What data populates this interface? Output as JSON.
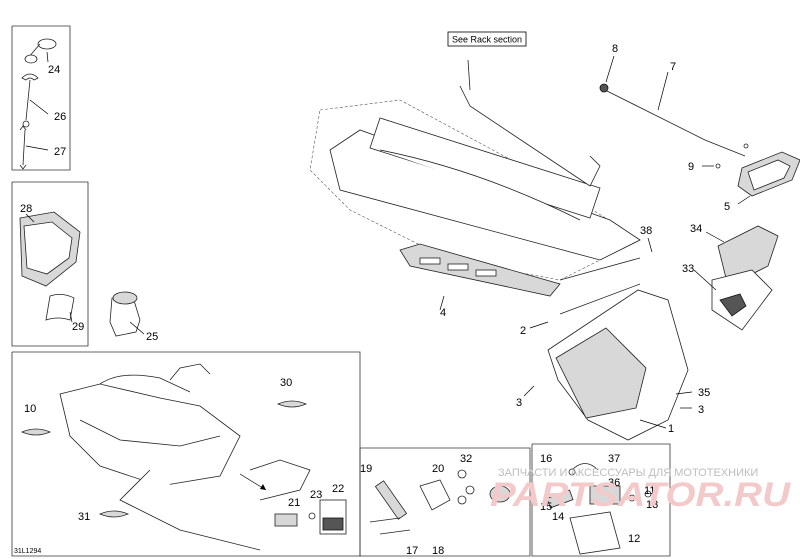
{
  "reference_box": "See Rack section",
  "figure_id": "31L1294",
  "watermark": {
    "caption": "ЗАПЧАСТИ И АКСЕССУАРЫ ДЛЯ МОТОТЕХНИКИ",
    "logo_text": "PARTSATOR.RU"
  },
  "callouts": {
    "c1": "1",
    "c2": "2",
    "c3a": "3",
    "c3b": "3",
    "c4": "4",
    "c5": "5",
    "c7": "7",
    "c8": "8",
    "c9": "9",
    "c10": "10",
    "c11": "11",
    "c12": "12",
    "c13": "13",
    "c14": "14",
    "c15": "15",
    "c16": "16",
    "c17": "17",
    "c18": "18",
    "c19": "19",
    "c20": "20",
    "c21": "21",
    "c22": "22",
    "c23": "23",
    "c24": "24",
    "c25": "25",
    "c26": "26",
    "c27": "27",
    "c28": "28",
    "c29": "29",
    "c30": "30",
    "c31": "31",
    "c32": "32",
    "c33": "33",
    "c34": "34",
    "c35": "35",
    "c36": "36",
    "c37": "37",
    "c38": "38"
  },
  "colors": {
    "line": "#222222",
    "watermark_logo": "#f3c9c9",
    "watermark_text": "#bdbdbd"
  }
}
